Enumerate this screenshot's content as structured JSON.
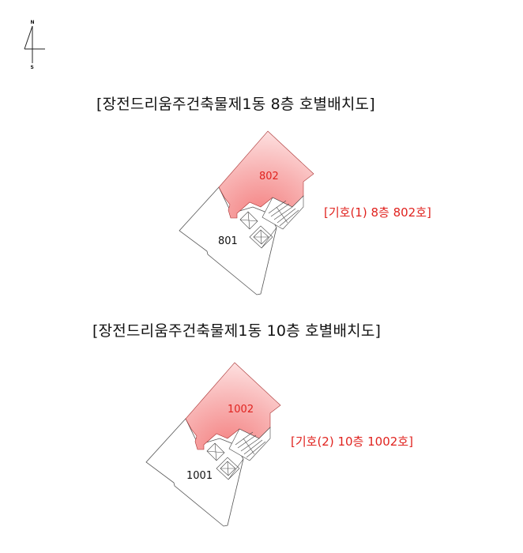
{
  "compass": {
    "north": "N",
    "south": "S",
    "icon": "north-arrow-icon"
  },
  "plans": [
    {
      "title": "[장전드리움주건축물제1동 8층 호별배치도]",
      "highlighted_unit": "802",
      "other_unit": "801",
      "legend": "[기호(1) 8층 802호]"
    },
    {
      "title": "[장전드리움주건축물제1동 10층 호별배치도]",
      "highlighted_unit": "1002",
      "other_unit": "1001",
      "legend": "[기호(2) 10층 1002호]"
    }
  ],
  "colors": {
    "highlight_fill_light": "#fcd3d3",
    "highlight_fill_dark": "#f58f8f",
    "legend_red": "#e0231f",
    "outline": "#555555"
  }
}
